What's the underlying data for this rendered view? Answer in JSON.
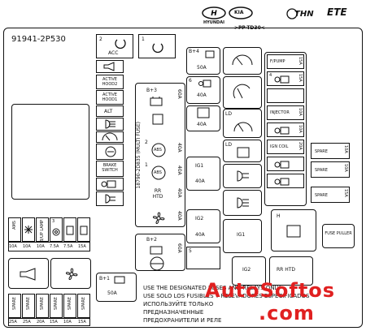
{
  "header": {
    "brand_hyundai": "HYUNDAI",
    "brand_kia": "KIA",
    "material_code": ">PP-TD30<",
    "logo_thn": "THN",
    "logo_ete": "ETE",
    "part_number": "91941-2P530"
  },
  "fuses_top": {
    "acc_slot": "2",
    "acc_label": "ACC",
    "slot1": "1",
    "horn_label": "",
    "active_hood2": "ACTIVE HOOD2",
    "active_hood1": "ACTIVE HOOD1",
    "alt": "ALT",
    "brake_switch": "BRAKE SWITCH"
  },
  "center_column": {
    "bplus3": "B+3",
    "bplus3_amp": "60A",
    "multi_fuse_label": "18790-2D835 (MULTI FUSE)",
    "abs_slot2": "2",
    "abs_slot1": "1",
    "abs_label": "ABS",
    "abs2_amp": "40A",
    "abs1_amp": "40A",
    "rr_htd": "RR HTD",
    "rr_htd_amp": "40A",
    "fan_amp": "40A",
    "bplus2": "B+2",
    "bplus2_amp": "60A",
    "bplus1": "B+1",
    "bplus1_amp": "50A"
  },
  "right_middle": {
    "bplus4": "B+4",
    "amp_50a_top": "50A",
    "slot6": "6",
    "amp_40a_1": "40A",
    "amp_40a_2": "40A",
    "ld_label": "LD",
    "ld2_label": "LD",
    "ig1": "IG1",
    "ig1_amp": "40A",
    "ig2": "IG2",
    "ig2_amp": "40A",
    "ig1_relay": "IG1",
    "ig2_relay": "IG2",
    "rr_htd_relay": "RR HTD",
    "slot5": "5"
  },
  "right_side": {
    "fpump": "F/PUMP",
    "fpump_amp": "15A",
    "slot4": "4",
    "amp_15a": "15A",
    "injector": "INJECTOR",
    "injector_amp": "10A",
    "amp_10a": "10A",
    "ign_coil": "IGN COIL",
    "ign_coil_amp": "20A",
    "spare": "SPARE",
    "spare_amp_1": "10A",
    "spare_amp_2": "10A",
    "spare_amp_3": "15A",
    "h_label": "H",
    "fuse_puller": "FUSE PULLER"
  },
  "bottom_left": {
    "amps_labels": [
      "AMS",
      "",
      "B/UP LAMP",
      "3",
      "",
      ""
    ],
    "amps_values": [
      "10A",
      "10A",
      "10A",
      "7.5A",
      "7.5A",
      "15A"
    ],
    "spares": [
      "SPARE",
      "SPARE",
      "SPARE",
      "SPARE",
      "SPARE",
      "SPARE"
    ],
    "spare_values": [
      "25A",
      "25A",
      "20A",
      "15A",
      "10A",
      "15A"
    ]
  },
  "notice": {
    "line1": "USE THE DESIGNATED FUSES AND RELAYS ONLY",
    "line2": "USE SOLO LOS FUSIBLES Y RELEVADORES ESPECIFICADOS",
    "line3": "ИСПОЛЬЗУЙТЕ ТОЛЬКО",
    "line4": "ПРЕДНАЗНАЧЕННЫЕ",
    "line5": "ПРЕДОХРАНИТЕЛИ И РЕЛЕ"
  },
  "watermark": {
    "line1": "AutoSoftos",
    "line2": ".com",
    "color": "#e02020"
  }
}
